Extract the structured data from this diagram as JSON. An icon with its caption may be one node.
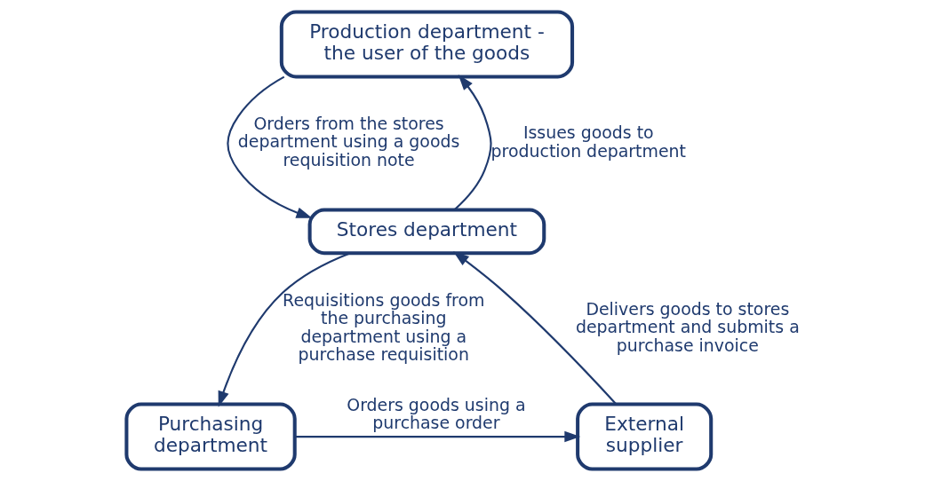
{
  "diagram": {
    "nodes": [
      {
        "text": [
          "Production department - the user of the goods"
        ]
      },
      {
        "text": [
          "Stores department"
        ]
      },
      {
        "text": [
          "External supplier"
        ]
      },
      {
        "text": [
          "Purchasing department"
        ]
      }
    ],
    "edges": [
      {
        "from": 1,
        "to": 0,
        "arrow": "to",
        "label": "Issues goods to production department"
      },
      {
        "from": 0,
        "to": 1,
        "arrow": "to",
        "label": "Orders from the stores department using a goods requisition note"
      },
      {
        "from": 2,
        "to": 1,
        "arrow": "to",
        "label": "Delivers goods to stores department and submits a purchase invoice"
      },
      {
        "from": 1,
        "to": 3,
        "arrow": "to",
        "label": "Requisitions goods from the purchasing department using a purchase requisition"
      },
      {
        "from": 3,
        "to": 2,
        "arrow": "to",
        "label": "Orders goods using a purchase order"
      }
    ]
  }
}
